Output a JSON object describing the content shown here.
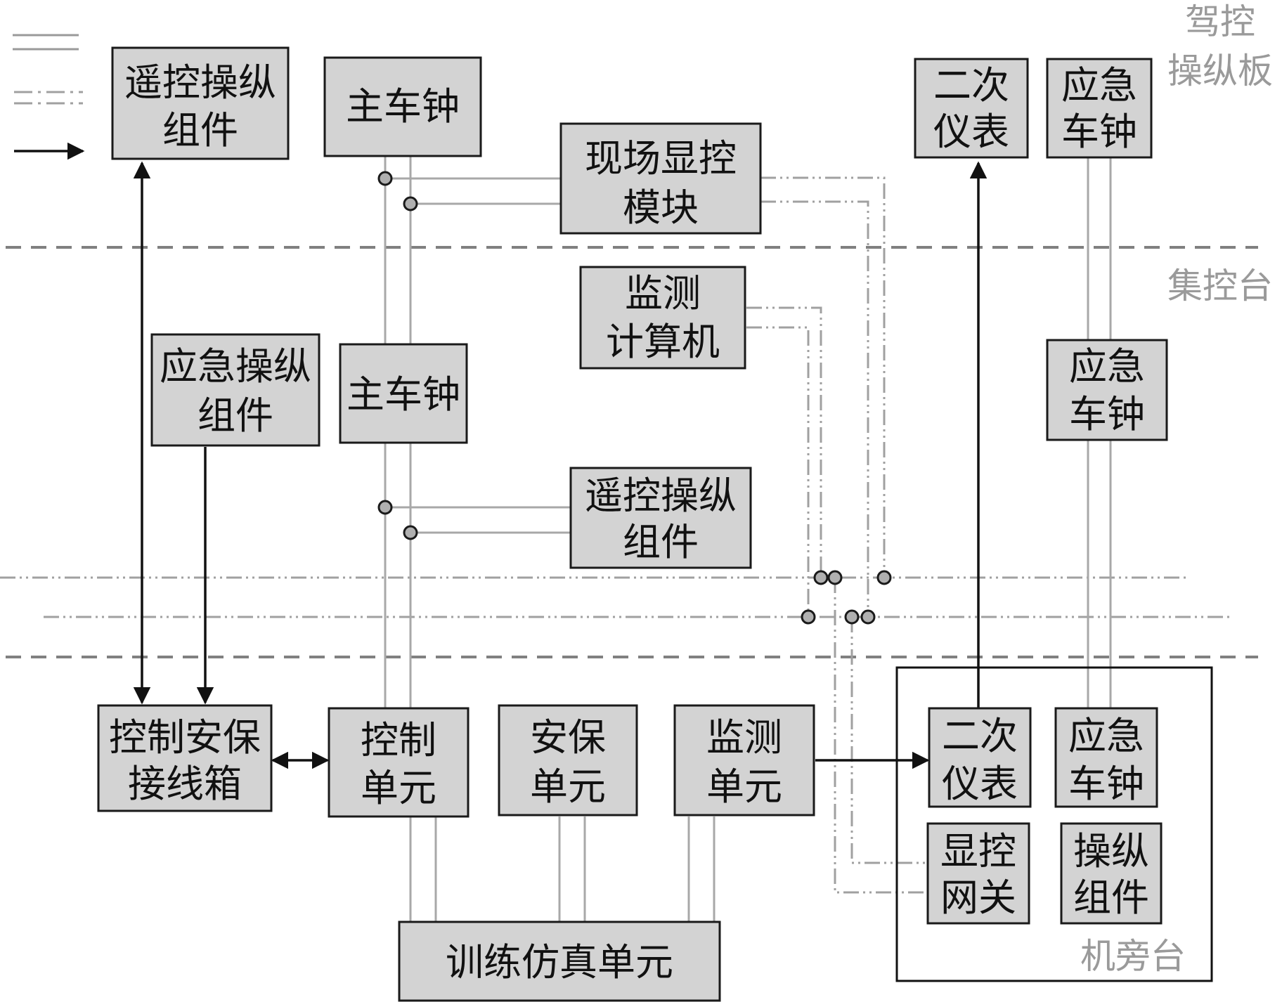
{
  "boxes": {
    "bridge_remote": [
      "遥控操纵",
      "组件"
    ],
    "bridge_telegraph": [
      "主车钟"
    ],
    "bridge_display": [
      "现场显控",
      "模块"
    ],
    "bridge_secondary": [
      "二次",
      "仪表"
    ],
    "bridge_emergency_telegraph": [
      "应急",
      "车钟"
    ],
    "ccr_monitor_pc": [
      "监测",
      "计算机"
    ],
    "ccr_emergency_ops": [
      "应急操纵",
      "组件"
    ],
    "ccr_telegraph": [
      "主车钟"
    ],
    "ccr_emergency_telegraph": [
      "应急",
      "车钟"
    ],
    "ccr_remote": [
      "遥控操纵",
      "组件"
    ],
    "junction_box": [
      "控制安保",
      "接线箱"
    ],
    "control_unit": [
      "控制",
      "单元"
    ],
    "safety_unit": [
      "安保",
      "单元"
    ],
    "monitor_unit": [
      "监测",
      "单元"
    ],
    "local_secondary": [
      "二次",
      "仪表"
    ],
    "local_emergency_telegraph": [
      "应急",
      "车钟"
    ],
    "local_gateway": [
      "显控",
      "网关"
    ],
    "local_ops": [
      "操纵",
      "组件"
    ],
    "training_sim": [
      "训练仿真单元"
    ]
  },
  "zones": {
    "bridge": [
      "驾控",
      "操纵板"
    ],
    "ccr": [
      "集控台"
    ],
    "local": [
      "机旁台"
    ]
  },
  "colors": {
    "box_fill": "#d3d3d3",
    "line_gray": "#a8a8a8",
    "arrow": "#111111",
    "zone_label": "#9a9a9a"
  }
}
